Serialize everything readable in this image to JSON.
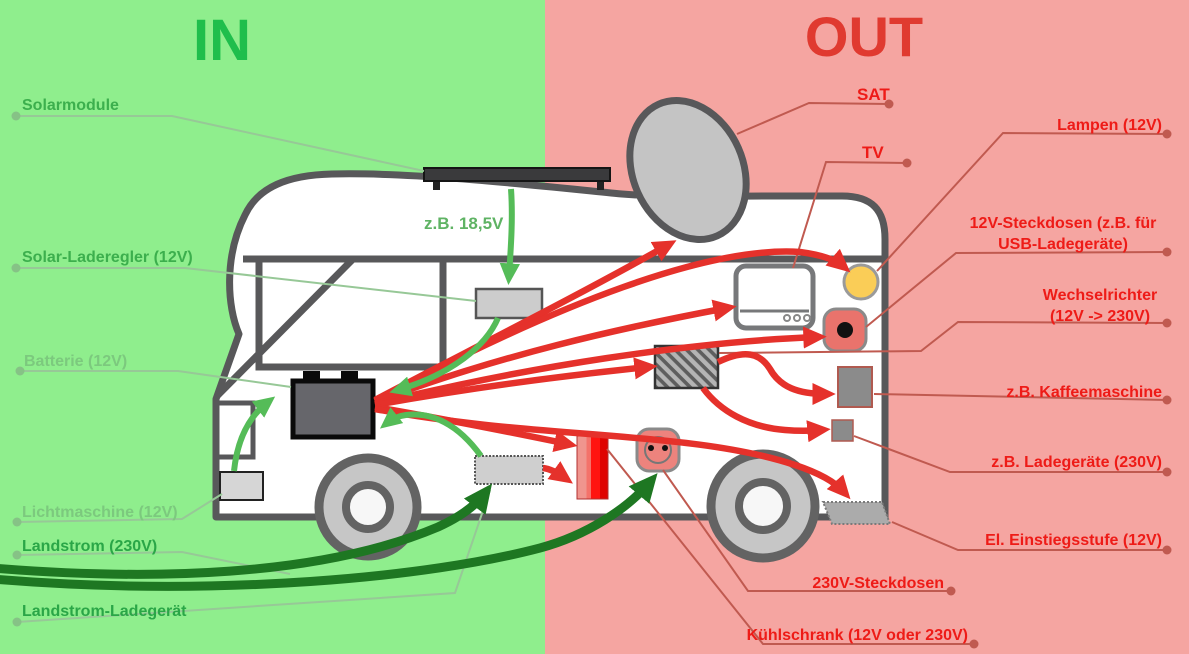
{
  "zones": {
    "in": "IN",
    "out": "OUT"
  },
  "inputs": {
    "solarmodule": "Solarmodule",
    "solar_laderegler": "Solar-Laderegler (12V)",
    "batterie": "Batterie (12V)",
    "lichtmaschine": "Lichtmaschine (12V)",
    "landstrom": "Landstrom (230V)",
    "landstrom_ladegeraet": "Landstrom-Ladegerät"
  },
  "outputs": {
    "sat": "SAT",
    "tv": "TV",
    "lampen": "Lampen (12V)",
    "steckdosen_12v_l1": "12V-Steckdosen (z.B. für",
    "steckdosen_12v_l2": "USB-Ladegeräte)",
    "wechselrichter_l1": "Wechselrichter",
    "wechselrichter_l2": "(12V -> 230V)",
    "kaffeemaschine": "z.B. Kaffeemaschine",
    "ladegeraete": "z.B. Ladegeräte (230V)",
    "einstiegsstufe": "El. Einstiegsstufe (12V)",
    "steckdosen_230v": "230V-Steckdosen",
    "kuehlschrank": "Kühlschrank (12V oder 230V)"
  },
  "annotations": {
    "solar_voltage": "z.B. 18,5V"
  },
  "colors": {
    "green_background": "#8FEE8D",
    "pink_background": "#F5A5A1",
    "in_heading": "#1FBE4C",
    "out_heading": "#E03A30",
    "label_green_strong": "#2AA647",
    "label_green_soft": "#7CC97E",
    "label_red": "#EE1B17",
    "leader_red": "#C05A50",
    "leader_green": "#97C897",
    "arrow_red": "#E5312B",
    "arrow_green": "#55BC58",
    "arrow_dark_green": "#1E7722",
    "body_outline": "#58585A",
    "lamp_yellow": "#FACD57"
  }
}
